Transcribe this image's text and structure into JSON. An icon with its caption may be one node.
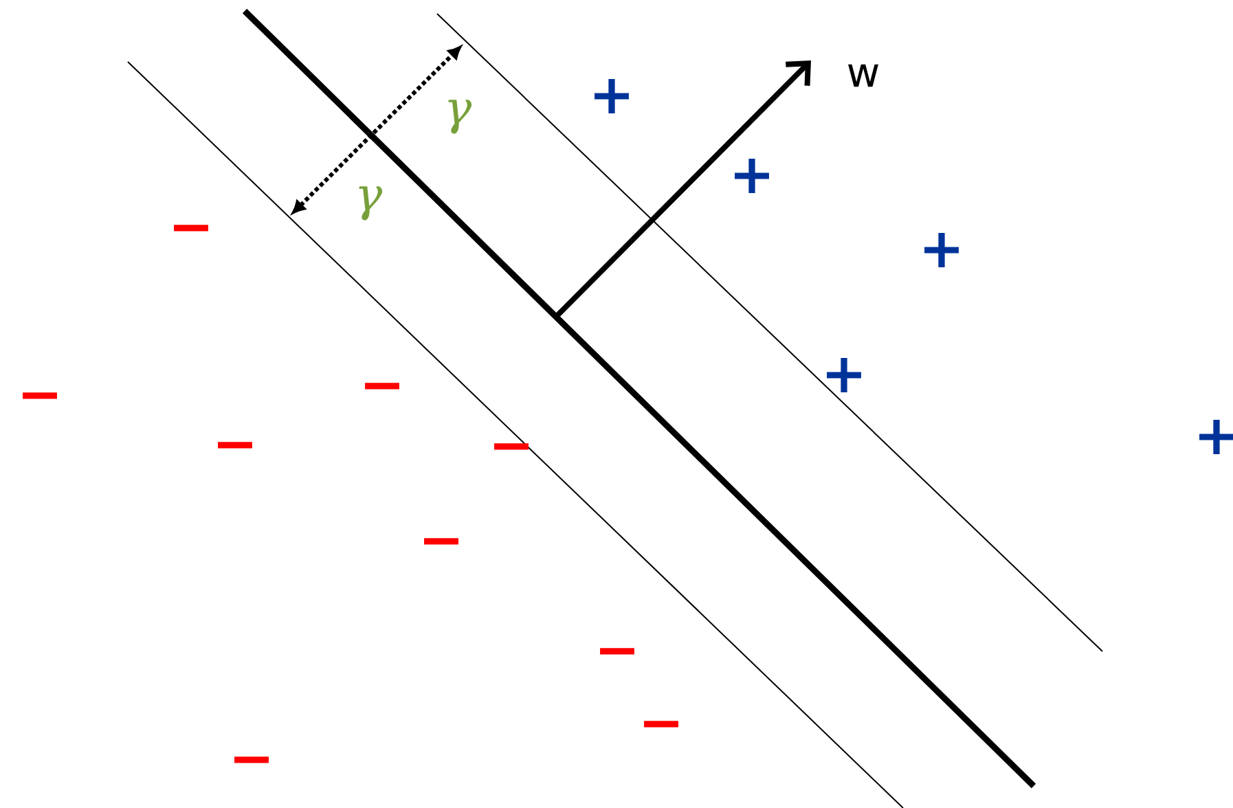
{
  "diagram": {
    "labels": [
      "w",
      "γ",
      "γ",
      "+",
      "+",
      "+",
      "+",
      "+",
      "−",
      "−",
      "−",
      "−",
      "−",
      "−",
      "−",
      "−",
      "−"
    ]
  }
}
